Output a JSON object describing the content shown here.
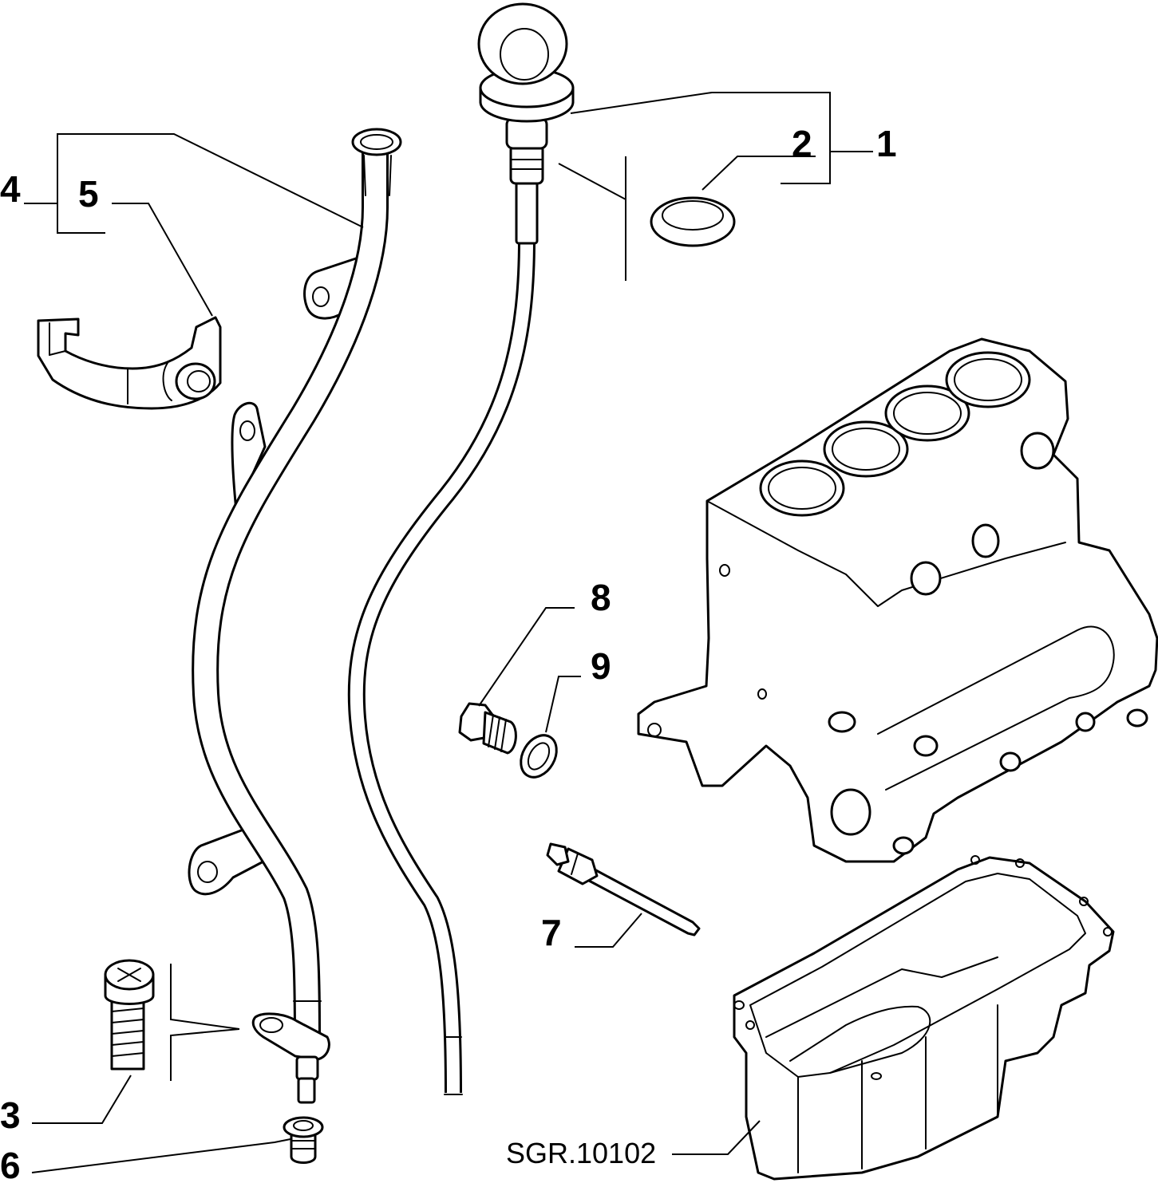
{
  "drawing": {
    "code": "SGR.10102",
    "callouts": {
      "c1": "1",
      "c2": "2",
      "c3": "3",
      "c4": "4",
      "c5": "5",
      "c6": "6",
      "c7": "7",
      "c8": "8",
      "c9": "9"
    }
  },
  "parts": [
    {
      "ref": "1",
      "depicts": "oil dipstick"
    },
    {
      "ref": "2",
      "depicts": "seal ring"
    },
    {
      "ref": "3",
      "depicts": "screw"
    },
    {
      "ref": "4",
      "depicts": "dipstick guide tube"
    },
    {
      "ref": "5",
      "depicts": "bracket clip"
    },
    {
      "ref": "6",
      "depicts": "rubber grommet"
    },
    {
      "ref": "7",
      "depicts": "oil level sensor"
    },
    {
      "ref": "8",
      "depicts": "drain plug"
    },
    {
      "ref": "9",
      "depicts": "washer"
    }
  ]
}
